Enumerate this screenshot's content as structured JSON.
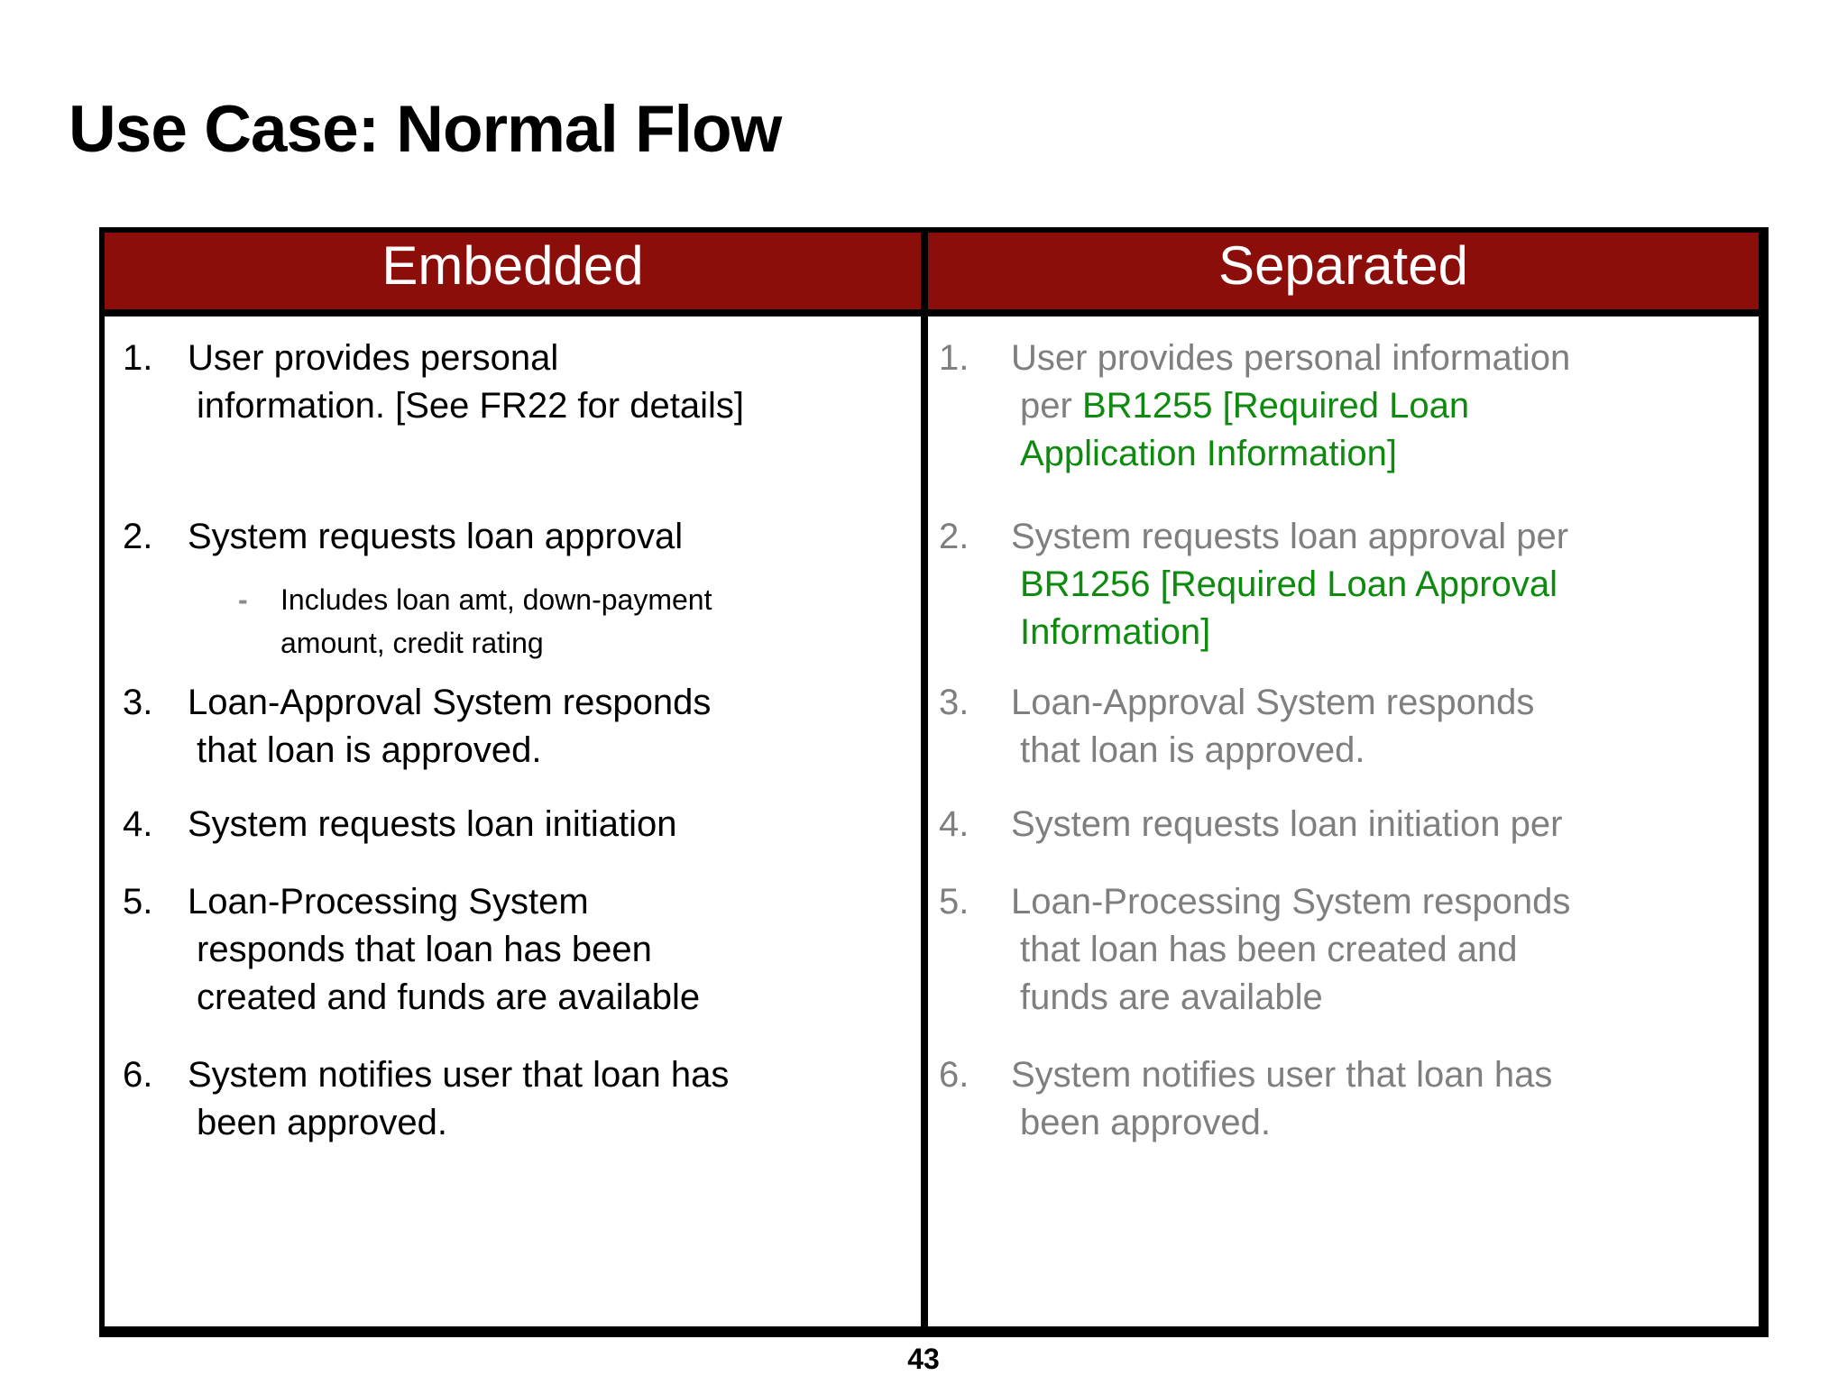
{
  "title": "Use Case: Normal Flow",
  "page_number": "43",
  "colors": {
    "header_red": "#8B0E0A",
    "border": "#000000",
    "gray": "#7F7F7F",
    "green": "#0E8A0E",
    "sub_dash": "#8A8A8A"
  },
  "table": {
    "headers": {
      "left": "Embedded",
      "right": "Separated"
    },
    "left": {
      "items": [
        {
          "num": "1.",
          "text": "User provides personal\ninformation. [See FR22 for details]"
        },
        {
          "num": "2.",
          "text": "System requests loan approval"
        },
        {
          "num": "3.",
          "text": "Loan-Approval System responds\nthat loan is approved."
        },
        {
          "num": "4.",
          "text": "System requests loan initiation"
        },
        {
          "num": "5.",
          "text": "Loan-Processing System\nresponds that loan has been\ncreated and funds are available"
        },
        {
          "num": "6.",
          "text": "System notifies user that loan has\nbeen approved."
        }
      ],
      "sub_bullet": {
        "dash": "-",
        "text": "Includes loan amt, down-payment\namount, credit rating"
      }
    },
    "right": {
      "items": [
        {
          "num": "1.",
          "seg_plain": "User provides personal information\nper ",
          "seg_green": "BR1255 [Required Loan\nApplication Information]"
        },
        {
          "num": "2.",
          "seg_plain": "System requests loan approval per\n",
          "seg_green": "BR1256 [Required Loan Approval\nInformation]"
        },
        {
          "num": "3.",
          "text": "Loan-Approval System responds\nthat loan is approved."
        },
        {
          "num": "4.",
          "text": "System requests loan initiation per"
        },
        {
          "num": "5.",
          "text": "Loan-Processing System responds\nthat loan has been created and\nfunds are available"
        },
        {
          "num": "6.",
          "text": "System notifies user that loan has\nbeen approved."
        }
      ]
    }
  }
}
